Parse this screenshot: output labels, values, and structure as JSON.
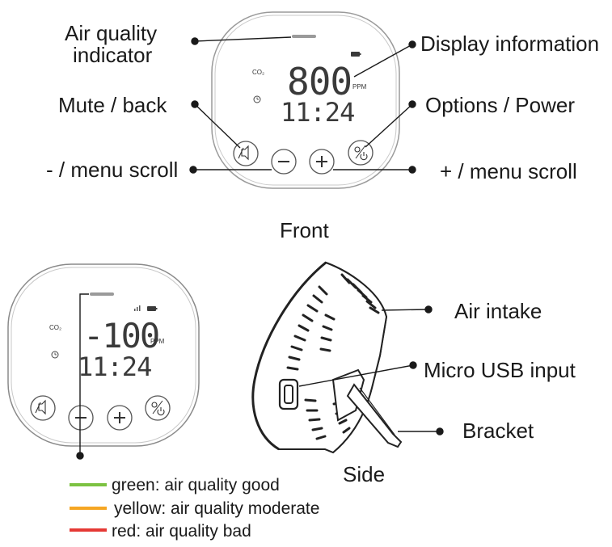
{
  "labels": {
    "air_quality_line1": "Air quality",
    "air_quality_line2": "indicator",
    "display_information": "Display information",
    "mute_back": "Mute / back",
    "options_power": "Options / Power",
    "minus_menu": "- / menu scroll",
    "plus_menu": "+ / menu scroll",
    "front": "Front",
    "air_intake": "Air intake",
    "micro_usb": "Micro USB input",
    "bracket": "Bracket",
    "side": "Side"
  },
  "front_display": {
    "co2_label": "CO₂",
    "ppm_value": "800",
    "ppm_unit": "PPM",
    "time": "11:24"
  },
  "bottom_display": {
    "co2_label": "CO₂",
    "ppm_value": "-100",
    "ppm_unit": "PPM",
    "time": "11:24"
  },
  "legend": [
    {
      "color": "#7cc242",
      "text": "green: air quality good"
    },
    {
      "color": "#f5a623",
      "text": "yellow: air quality moderate"
    },
    {
      "color": "#e53935",
      "text": "red: air quality bad"
    }
  ],
  "icons": {
    "mute": "mute-back-icon",
    "minus": "minus-icon",
    "plus": "plus-icon",
    "power": "options-power-icon",
    "battery": "battery-icon",
    "clock": "clock-icon",
    "signal": "signal-icon"
  }
}
